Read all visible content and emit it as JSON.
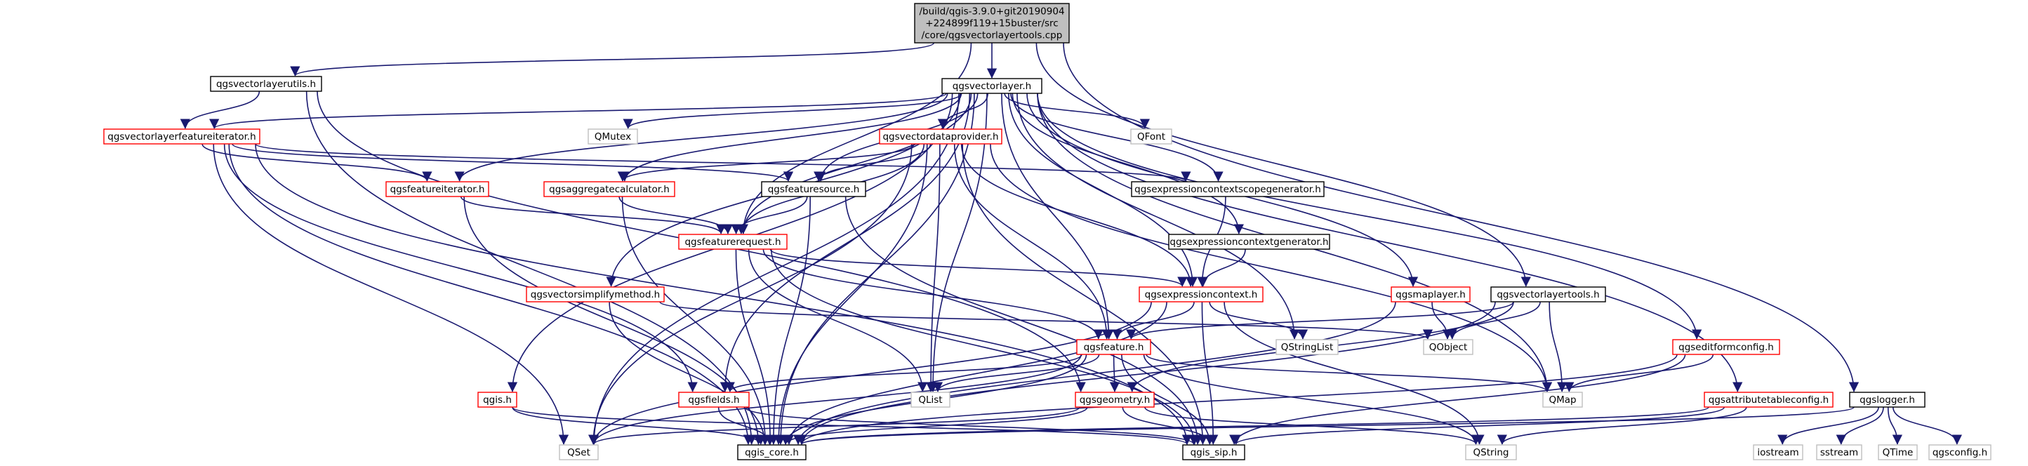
{
  "nodes": [
    {
      "id": "root",
      "lines": [
        "/build/qgis-3.9.0+git20190904",
        "+224899f119+15buster/src",
        "/core/qgsvectorlayertools.cpp"
      ],
      "style": "root"
    },
    {
      "id": "utils",
      "lines": [
        "qgsvectorlayerutils.h"
      ],
      "style": "doc"
    },
    {
      "id": "vlayer",
      "lines": [
        "qgsvectorlayer.h"
      ],
      "style": "doc"
    },
    {
      "id": "vlfi",
      "lines": [
        "qgsvectorlayerfeatureiterator.h"
      ],
      "style": "red"
    },
    {
      "id": "qmutex",
      "lines": [
        "QMutex"
      ],
      "style": "grey"
    },
    {
      "id": "vdp",
      "lines": [
        "qgsvectordataprovider.h"
      ],
      "style": "red"
    },
    {
      "id": "qfont",
      "lines": [
        "QFont"
      ],
      "style": "grey"
    },
    {
      "id": "fiter",
      "lines": [
        "qgsfeatureiterator.h"
      ],
      "style": "red"
    },
    {
      "id": "aggcalc",
      "lines": [
        "qgsaggregatecalculator.h"
      ],
      "style": "red"
    },
    {
      "id": "fsource",
      "lines": [
        "qgsfeaturesource.h"
      ],
      "style": "doc"
    },
    {
      "id": "ecsg",
      "lines": [
        "qgsexpressioncontextscopegenerator.h"
      ],
      "style": "doc"
    },
    {
      "id": "freq",
      "lines": [
        "qgsfeaturerequest.h"
      ],
      "style": "red"
    },
    {
      "id": "ecg",
      "lines": [
        "qgsexpressioncontextgenerator.h"
      ],
      "style": "doc"
    },
    {
      "id": "vsm",
      "lines": [
        "qgsvectorsimplifymethod.h"
      ],
      "style": "red"
    },
    {
      "id": "econtext",
      "lines": [
        "qgsexpressioncontext.h"
      ],
      "style": "red"
    },
    {
      "id": "maplayer",
      "lines": [
        "qgsmaplayer.h"
      ],
      "style": "red"
    },
    {
      "id": "vltools",
      "lines": [
        "qgsvectorlayertools.h"
      ],
      "style": "doc"
    },
    {
      "id": "feature",
      "lines": [
        "qgsfeature.h"
      ],
      "style": "red"
    },
    {
      "id": "qstringlist",
      "lines": [
        "QStringList"
      ],
      "style": "grey"
    },
    {
      "id": "qobject",
      "lines": [
        "QObject"
      ],
      "style": "grey"
    },
    {
      "id": "editform",
      "lines": [
        "qgseditformconfig.h"
      ],
      "style": "red"
    },
    {
      "id": "qgis",
      "lines": [
        "qgis.h"
      ],
      "style": "red"
    },
    {
      "id": "fields",
      "lines": [
        "qgsfields.h"
      ],
      "style": "red"
    },
    {
      "id": "qlist",
      "lines": [
        "QList"
      ],
      "style": "grey"
    },
    {
      "id": "geometry",
      "lines": [
        "qgsgeometry.h"
      ],
      "style": "red"
    },
    {
      "id": "qmap",
      "lines": [
        "QMap"
      ],
      "style": "grey"
    },
    {
      "id": "attrtable",
      "lines": [
        "qgsattributetableconfig.h"
      ],
      "style": "red"
    },
    {
      "id": "logger",
      "lines": [
        "qgslogger.h"
      ],
      "style": "doc"
    },
    {
      "id": "qset",
      "lines": [
        "QSet"
      ],
      "style": "grey"
    },
    {
      "id": "core",
      "lines": [
        "qgis_core.h"
      ],
      "style": "doc"
    },
    {
      "id": "sip",
      "lines": [
        "qgis_sip.h"
      ],
      "style": "doc"
    },
    {
      "id": "qstring",
      "lines": [
        "QString"
      ],
      "style": "grey"
    },
    {
      "id": "iostream",
      "lines": [
        "iostream"
      ],
      "style": "grey"
    },
    {
      "id": "sstream",
      "lines": [
        "sstream"
      ],
      "style": "grey"
    },
    {
      "id": "qtime",
      "lines": [
        "QTime"
      ],
      "style": "grey"
    },
    {
      "id": "qgsconfig",
      "lines": [
        "qgsconfig.h"
      ],
      "style": "grey"
    }
  ],
  "edges": [
    [
      "root",
      "utils"
    ],
    [
      "root",
      "vlayer"
    ],
    [
      "root",
      "vltools"
    ],
    [
      "root",
      "logger"
    ],
    [
      "root",
      "freq"
    ],
    [
      "utils",
      "vlfi"
    ],
    [
      "utils",
      "geometry"
    ],
    [
      "utils",
      "core"
    ],
    [
      "vlayer",
      "vlfi"
    ],
    [
      "vlayer",
      "qmutex"
    ],
    [
      "vlayer",
      "vdp"
    ],
    [
      "vlayer",
      "qfont"
    ],
    [
      "vlayer",
      "fiter"
    ],
    [
      "vlayer",
      "aggcalc"
    ],
    [
      "vlayer",
      "fsource"
    ],
    [
      "vlayer",
      "ecsg"
    ],
    [
      "vlayer",
      "freq"
    ],
    [
      "vlayer",
      "ecg"
    ],
    [
      "vlayer",
      "vsm"
    ],
    [
      "vlayer",
      "econtext"
    ],
    [
      "vlayer",
      "maplayer"
    ],
    [
      "vlayer",
      "feature"
    ],
    [
      "vlayer",
      "qstringlist"
    ],
    [
      "vlayer",
      "editform"
    ],
    [
      "vlayer",
      "qgis"
    ],
    [
      "vlayer",
      "fields"
    ],
    [
      "vlayer",
      "qlist"
    ],
    [
      "vlayer",
      "qmap"
    ],
    [
      "vlayer",
      "attrtable"
    ],
    [
      "vlayer",
      "qset"
    ],
    [
      "vlayer",
      "core"
    ],
    [
      "vlfi",
      "fiter"
    ],
    [
      "vlfi",
      "fsource"
    ],
    [
      "vlfi",
      "ecsg"
    ],
    [
      "vlfi",
      "fields"
    ],
    [
      "vlfi",
      "qset"
    ],
    [
      "vlfi",
      "core"
    ],
    [
      "vlfi",
      "sip"
    ],
    [
      "vdp",
      "aggcalc"
    ],
    [
      "vdp",
      "fsource"
    ],
    [
      "vdp",
      "freq"
    ],
    [
      "vdp",
      "feature"
    ],
    [
      "vdp",
      "qlist"
    ],
    [
      "vdp",
      "qset"
    ],
    [
      "vdp",
      "core"
    ],
    [
      "vdp",
      "qmap"
    ],
    [
      "vdp",
      "sip"
    ],
    [
      "vdp",
      "econtext"
    ],
    [
      "fiter",
      "freq"
    ],
    [
      "fiter",
      "core"
    ],
    [
      "aggcalc",
      "freq"
    ],
    [
      "aggcalc",
      "core"
    ],
    [
      "fsource",
      "freq"
    ],
    [
      "fsource",
      "core"
    ],
    [
      "fsource",
      "sip"
    ],
    [
      "ecsg",
      "econtext"
    ],
    [
      "ecg",
      "econtext"
    ],
    [
      "freq",
      "econtext"
    ],
    [
      "freq",
      "feature"
    ],
    [
      "freq",
      "qlist"
    ],
    [
      "freq",
      "core"
    ],
    [
      "freq",
      "sip"
    ],
    [
      "vsm",
      "qobject"
    ],
    [
      "vsm",
      "core"
    ],
    [
      "econtext",
      "feature"
    ],
    [
      "econtext",
      "qstringlist"
    ],
    [
      "econtext",
      "core"
    ],
    [
      "econtext",
      "sip"
    ],
    [
      "econtext",
      "qset"
    ],
    [
      "econtext",
      "qstring"
    ],
    [
      "maplayer",
      "qobject"
    ],
    [
      "maplayer",
      "core"
    ],
    [
      "vltools",
      "qobject"
    ],
    [
      "vltools",
      "feature"
    ],
    [
      "vltools",
      "geometry"
    ],
    [
      "vltools",
      "core"
    ],
    [
      "vltools",
      "qmap"
    ],
    [
      "feature",
      "fields"
    ],
    [
      "feature",
      "qlist"
    ],
    [
      "feature",
      "geometry"
    ],
    [
      "feature",
      "qmap"
    ],
    [
      "feature",
      "core"
    ],
    [
      "feature",
      "sip"
    ],
    [
      "feature",
      "qset"
    ],
    [
      "feature",
      "qstring"
    ],
    [
      "editform",
      "qmap"
    ],
    [
      "editform",
      "core"
    ],
    [
      "editform",
      "sip"
    ],
    [
      "qgis",
      "core"
    ],
    [
      "qgis",
      "sip"
    ],
    [
      "fields",
      "core"
    ],
    [
      "fields",
      "sip"
    ],
    [
      "geometry",
      "core"
    ],
    [
      "geometry",
      "sip"
    ],
    [
      "geometry",
      "qstring"
    ],
    [
      "geometry",
      "qset"
    ],
    [
      "attrtable",
      "core"
    ],
    [
      "attrtable",
      "sip"
    ],
    [
      "attrtable",
      "qstring"
    ],
    [
      "logger",
      "core"
    ],
    [
      "logger",
      "iostream"
    ],
    [
      "logger",
      "sstream"
    ],
    [
      "logger",
      "qtime"
    ],
    [
      "logger",
      "qgsconfig"
    ]
  ]
}
